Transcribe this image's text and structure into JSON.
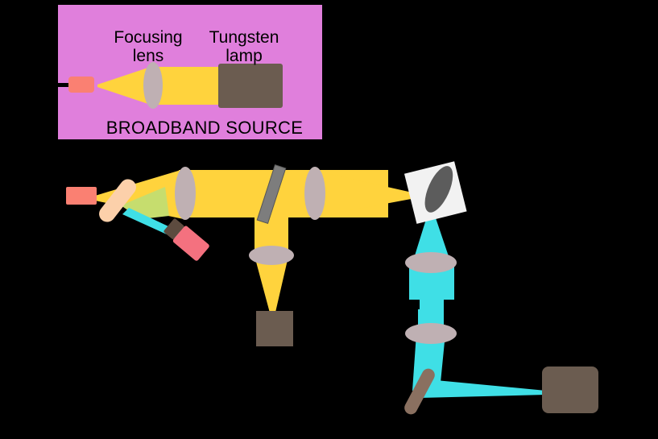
{
  "figure": {
    "background_color": "#000000",
    "title": "",
    "type": "optical-setup-diagram"
  },
  "inset": {
    "name": "broadband-source-inset",
    "panel_color": "#e07fdc",
    "border_color": "#000000",
    "caption": "BROADBAND SOURCE",
    "labels": {
      "focusing_lens_line1": "Focusing",
      "focusing_lens_line2": "lens",
      "tungsten_lamp_line1": "Tungsten",
      "tungsten_lamp_line2": "lamp"
    },
    "components": {
      "lamp_body_color": "#6b5c50",
      "lens_color": "#bfb0b3",
      "fiber_tip_color": "#fa8072",
      "beam_color": "#ffd33d",
      "fiber_lead_color": "#000000"
    }
  },
  "colors": {
    "broadband_beam": "#ffd33d",
    "signal_beam": "#3fdfe6",
    "overlap_beam": "#c6dd6e",
    "lens_glass": "#bfb0b3",
    "dichroic_mirror": "#fcd0aa",
    "beamsplitter_gray": "#7d7d7d",
    "folding_mirror_brown": "#8a7060",
    "detector_body": "#6b5c50",
    "laser_source": "#f4717f",
    "laser_cap": "#5d4b3f",
    "sample_cell": "#f2f2f2",
    "sample_core": "#5c5c5c",
    "source_emitter": "#fa8072"
  },
  "components": {
    "broadband_source_output": {
      "name": "broadband-source-output-port",
      "label": ""
    },
    "dichroic_mirror": {
      "name": "dichroic-mirror",
      "label": ""
    },
    "pump_laser": {
      "name": "pump-laser-source",
      "label": ""
    },
    "collimating_lens_1": {
      "name": "collimating-lens-1",
      "label": ""
    },
    "beamsplitter": {
      "name": "beamsplitter",
      "label": ""
    },
    "focusing_lens_2": {
      "name": "focusing-lens-2",
      "label": ""
    },
    "reference_lens": {
      "name": "reference-focusing-lens",
      "label": ""
    },
    "reference_detector": {
      "name": "reference-detector",
      "label": ""
    },
    "sample": {
      "name": "sample-cell",
      "label": ""
    },
    "collection_lens_1": {
      "name": "collection-lens-1",
      "label": ""
    },
    "collection_lens_2": {
      "name": "collection-lens-2",
      "label": ""
    },
    "folding_mirror": {
      "name": "folding-mirror",
      "label": ""
    },
    "signal_detector": {
      "name": "signal-detector",
      "label": ""
    }
  }
}
